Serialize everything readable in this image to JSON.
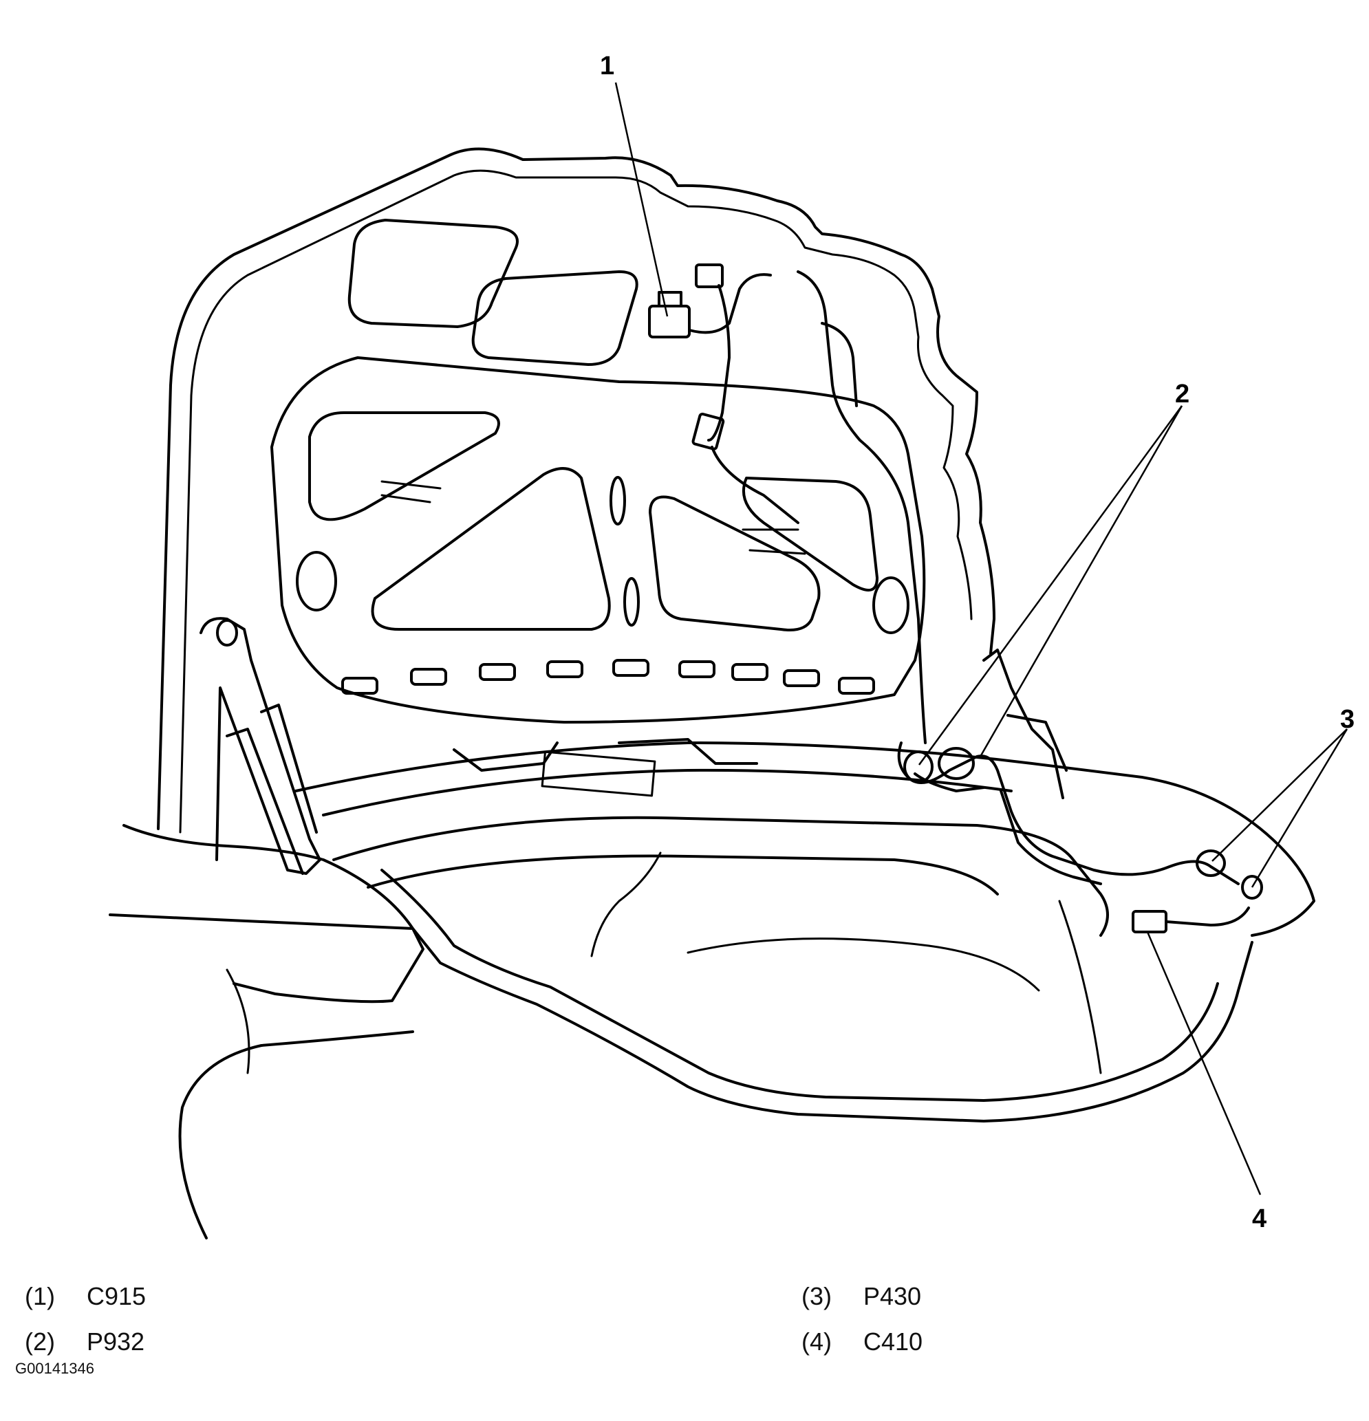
{
  "callouts": [
    {
      "id": "1",
      "label": "1"
    },
    {
      "id": "2",
      "label": "2"
    },
    {
      "id": "3",
      "label": "3"
    },
    {
      "id": "4",
      "label": "4"
    }
  ],
  "legend": [
    {
      "number": "(1)",
      "code": "C915"
    },
    {
      "number": "(2)",
      "code": "P932"
    },
    {
      "number": "(3)",
      "code": "P430"
    },
    {
      "number": "(4)",
      "code": "C410"
    }
  ],
  "figure_code": "G00141346"
}
